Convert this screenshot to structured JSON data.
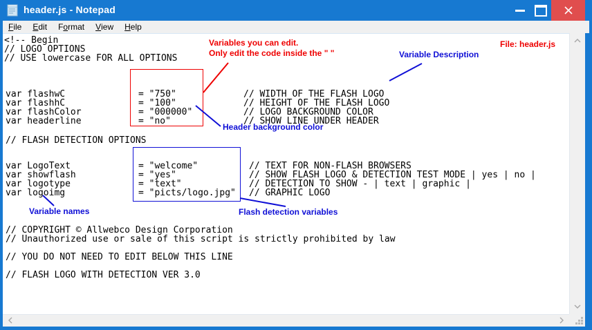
{
  "window": {
    "title": "header.js - Notepad"
  },
  "menu": {
    "items": [
      {
        "pre": "",
        "key": "F",
        "post": "ile"
      },
      {
        "pre": "",
        "key": "E",
        "post": "dit"
      },
      {
        "pre": "F",
        "key": "o",
        "post": "rmat"
      },
      {
        "pre": "",
        "key": "V",
        "post": "iew"
      },
      {
        "pre": "",
        "key": "H",
        "post": "elp"
      }
    ]
  },
  "code": {
    "line1": "<!-- Begin",
    "line2": "// LOGO OPTIONS",
    "line3": "// USE lowercase FOR ALL OPTIONS",
    "block1": {
      "rows": [
        {
          "name": "var flashwC",
          "value": "= \"750\"",
          "comment": "// WIDTH OF THE FLASH LOGO"
        },
        {
          "name": "var flashhC",
          "value": "= \"100\"",
          "comment": "// HEIGHT OF THE FLASH LOGO"
        },
        {
          "name": "var flashColor",
          "value": "= \"000000\"",
          "comment": "// LOGO BACKGROUND COLOR"
        },
        {
          "name": "var headerline",
          "value": "= \"no\"",
          "comment": "// SHOW LINE UNDER HEADER"
        }
      ]
    },
    "section2": "// FLASH DETECTION OPTIONS",
    "block2": {
      "rows": [
        {
          "name": "var LogoText",
          "value": "= \"welcome\"",
          "comment": "// TEXT FOR NON-FLASH BROWSERS"
        },
        {
          "name": "var showflash",
          "value": "= \"yes\"",
          "comment": "// SHOW FLASH LOGO & DETECTION TEST MODE | yes | no |"
        },
        {
          "name": "var logotype",
          "value": "= \"text\"",
          "comment": "// DETECTION TO SHOW - | text | graphic |"
        },
        {
          "name": "var logoimg",
          "value": "= \"picts/logo.jpg\"",
          "comment": "// GRAPHIC LOGO"
        }
      ]
    },
    "footer": [
      "// COPYRIGHT © Allwebco Design Corporation",
      "// Unauthorized use or sale of this script is strictly prohibited by law",
      "// YOU DO NOT NEED TO EDIT BELOW THIS LINE",
      "// FLASH LOGO WITH DETECTION VER 3.0"
    ]
  },
  "annotations": {
    "edit_note": "Variables you can edit.\nOnly edit the code inside the \" \"",
    "variable_description": "Variable Description",
    "file_label": "File: header.js",
    "header_bg": "Header background color",
    "variable_names": "Variable names",
    "flash_detection": "Flash detection variables"
  },
  "icons": {
    "minimize": "–",
    "maximize": "▢",
    "close": "✕",
    "scroll_up": "∧",
    "scroll_down": "∨",
    "scroll_left": "‹",
    "scroll_right": "›"
  },
  "colors": {
    "titlebar_blue": "#1779d1",
    "close_red": "#e04e4e",
    "menu_bg": "#f0f0f0",
    "annotation_red": "#ee0000",
    "annotation_blue": "#0f0fd6",
    "code_text": "#000000"
  }
}
